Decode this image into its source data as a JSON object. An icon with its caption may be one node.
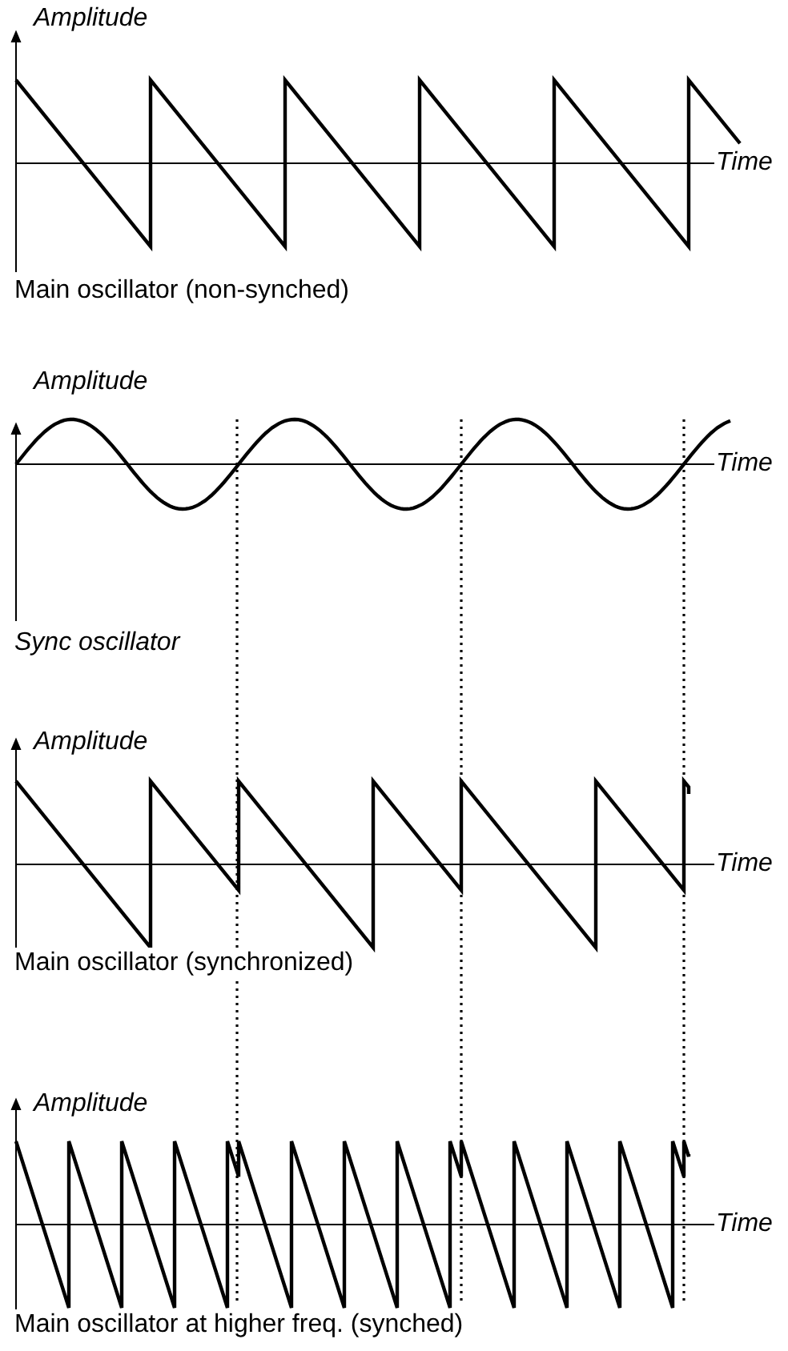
{
  "diagram": {
    "labels": [
      "Amplitude",
      "Time",
      "Main oscillator (non-synched)",
      "Amplitude",
      "Time",
      "Sync oscillator",
      "Amplitude",
      "Time",
      "Main oscillator (synchronized)",
      "Amplitude",
      "Time",
      "Main oscillator at higher freq. (synched)"
    ]
  }
}
